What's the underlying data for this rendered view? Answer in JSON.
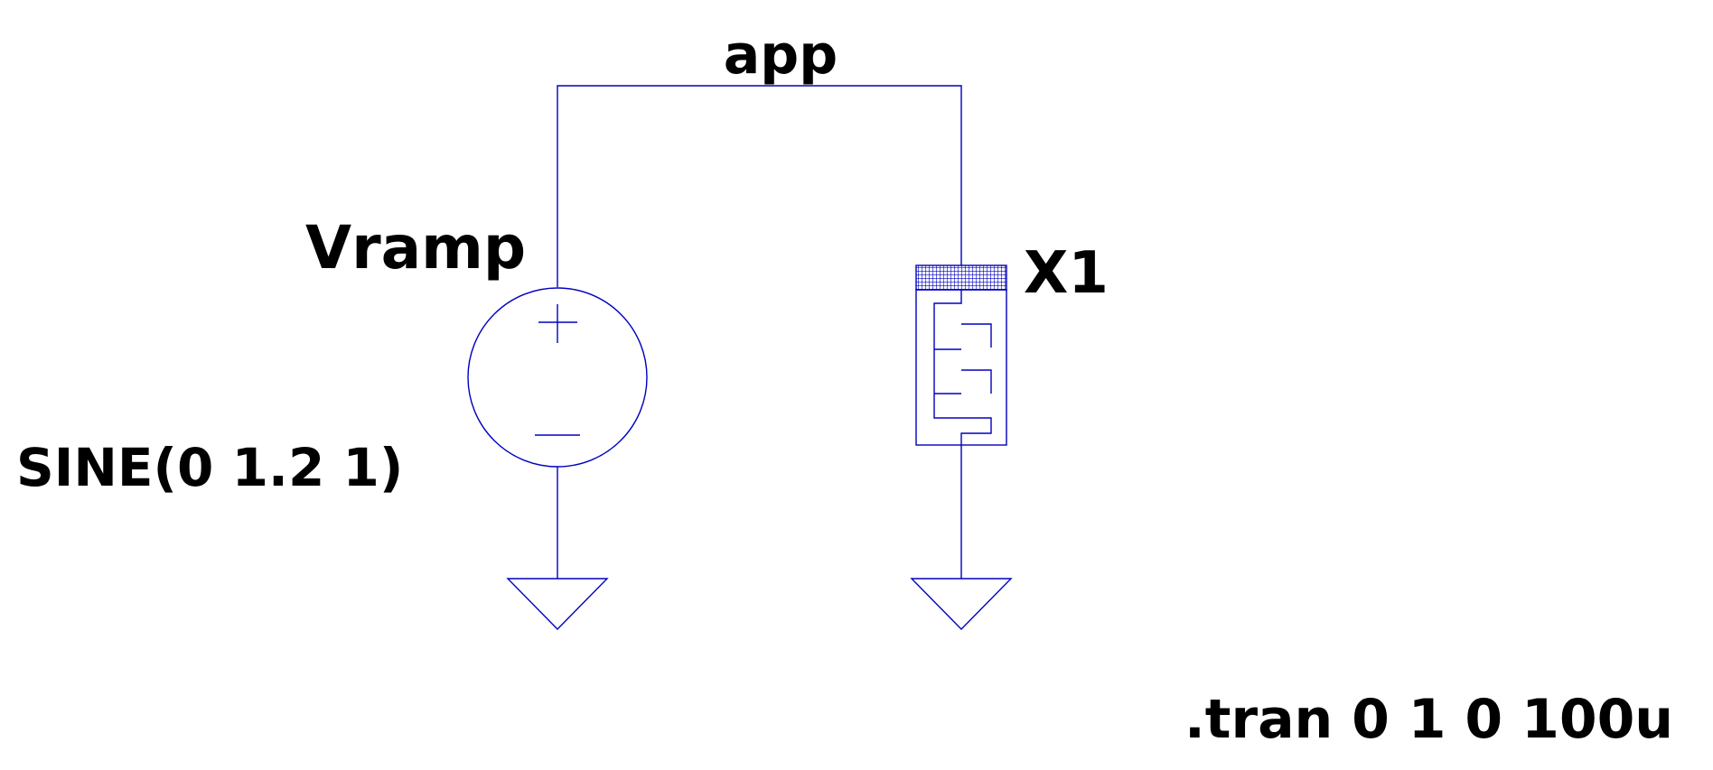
{
  "colors": {
    "wire": "#0000c0",
    "text": "#000000",
    "background": "#ffffff"
  },
  "net_label": "app",
  "components": {
    "voltage_source": {
      "name": "Vramp",
      "value": "SINE(0 1.2 1)",
      "icon": "voltage-source-icon"
    },
    "subcircuit": {
      "name": "X1",
      "icon": "interdigitated-electrode-icon"
    }
  },
  "directive": ".tran 0 1 0 100u"
}
